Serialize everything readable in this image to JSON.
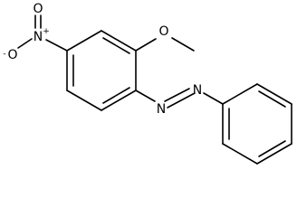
{
  "molecule": {
    "atom_labels": {
      "nitro_nitrogen": "N",
      "nitro_oxygen_double": "O",
      "nitro_oxygen_single": "O",
      "methoxy_oxygen": "O",
      "azo_nitrogen_1": "N",
      "azo_nitrogen_2": "N"
    },
    "charges": {
      "nitro_nitrogen": "+",
      "nitro_oxygen_single": "-"
    }
  }
}
